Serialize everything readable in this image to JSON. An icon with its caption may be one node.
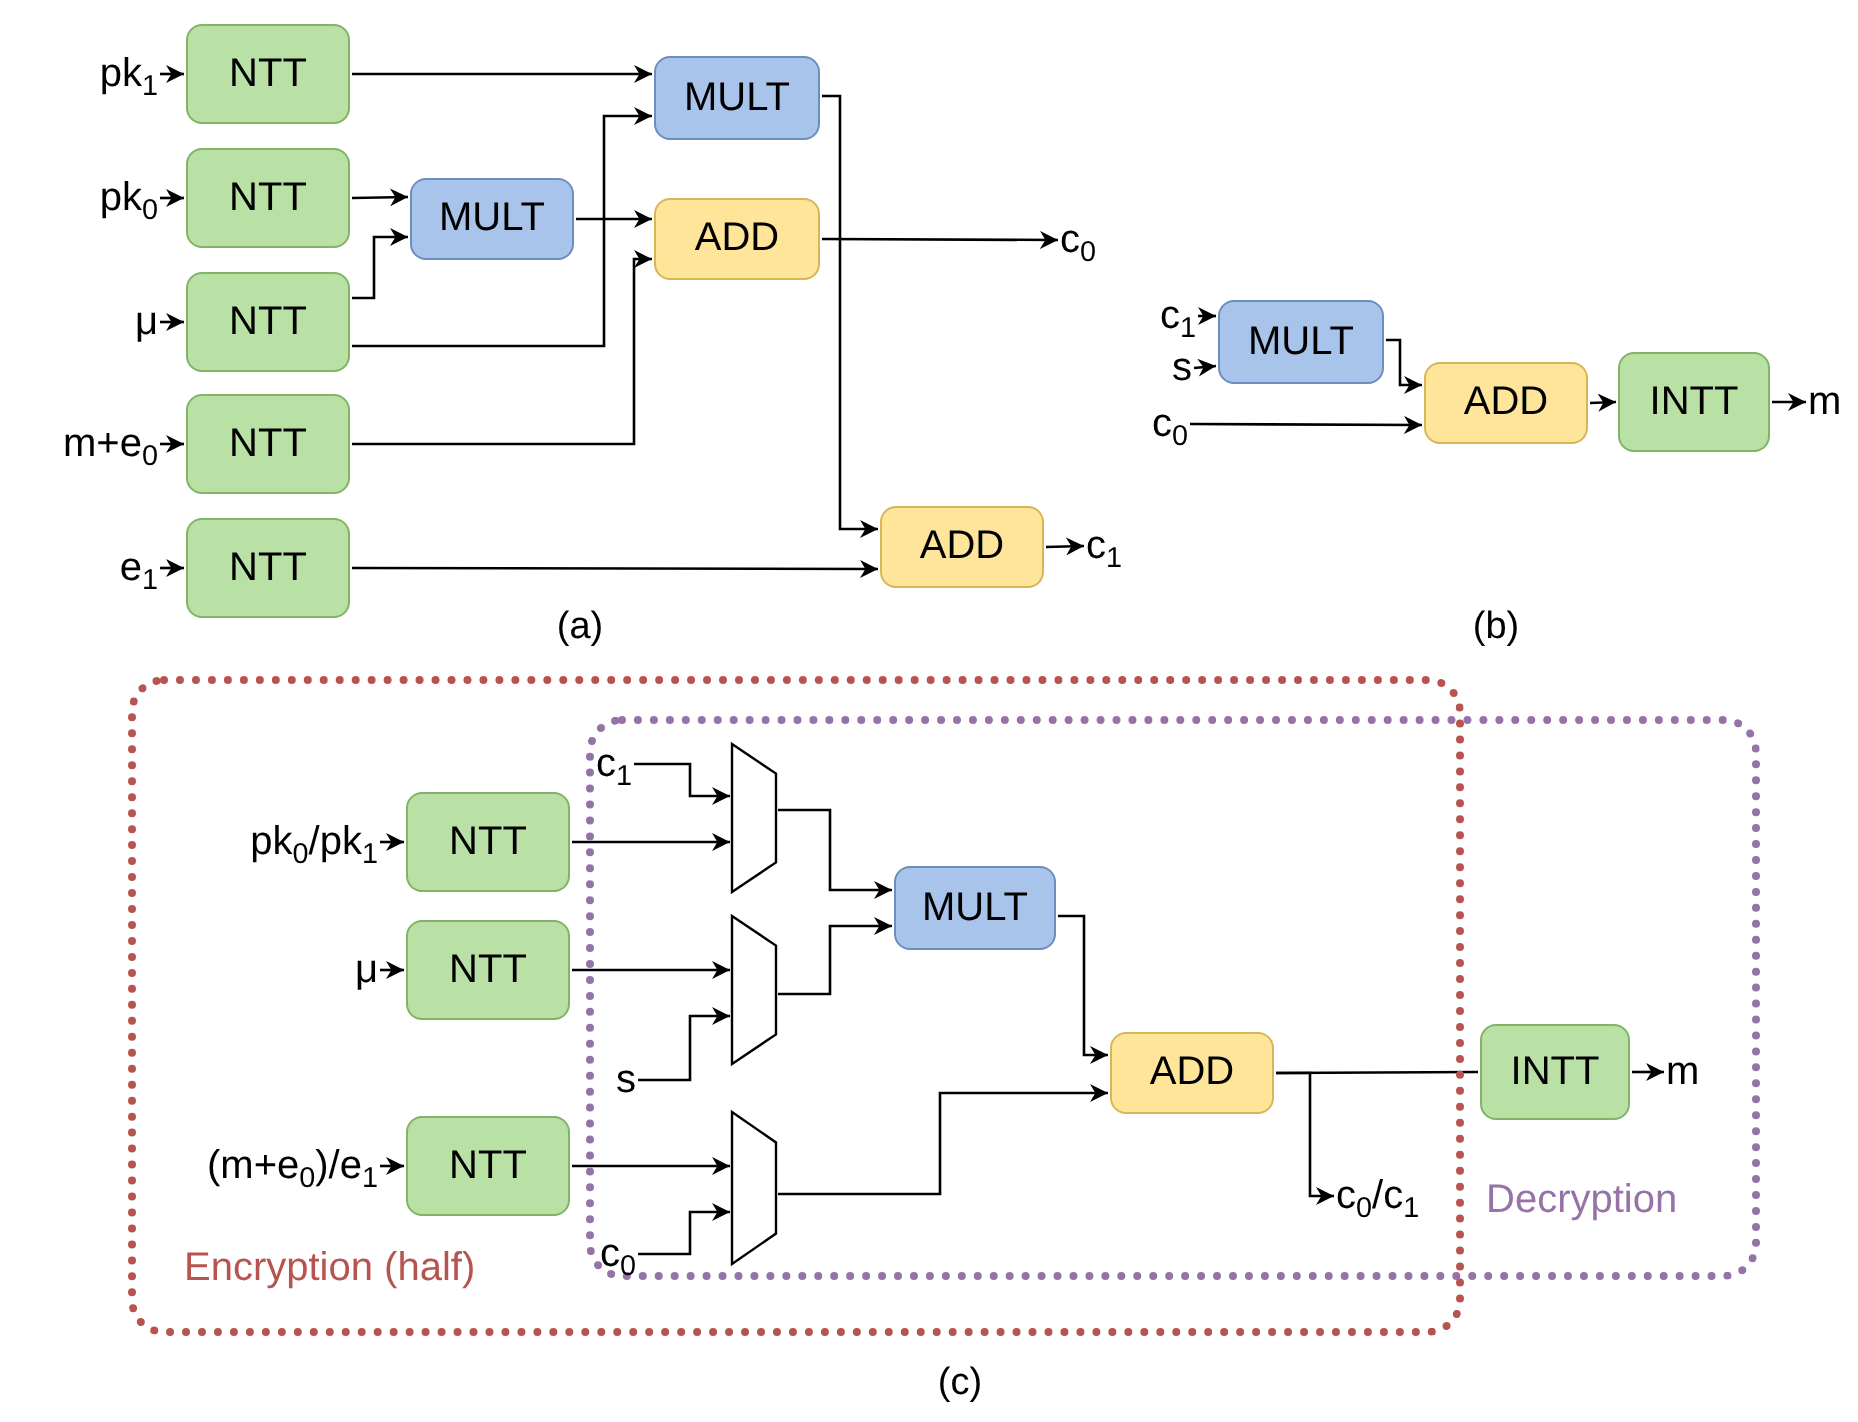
{
  "diagram": {
    "nodes": [
      {
        "text": [
          "pk$_{1}$"
        ]
      },
      {
        "text": [
          "NTT"
        ]
      },
      {
        "text": [
          "pk$_{0}$"
        ]
      },
      {
        "text": [
          "NTT"
        ]
      },
      {
        "text": [
          "μ"
        ]
      },
      {
        "text": [
          "NTT"
        ]
      },
      {
        "text": [
          "m+e$_{0}$"
        ]
      },
      {
        "text": [
          "NTT"
        ]
      },
      {
        "text": [
          "e$_{1}$"
        ]
      },
      {
        "text": [
          "NTT"
        ]
      },
      {
        "text": [
          "MULT"
        ]
      },
      {
        "text": [
          "MULT"
        ]
      },
      {
        "text": [
          "ADD"
        ]
      },
      {
        "text": [
          "c$_{0}$"
        ]
      },
      {
        "text": [
          "ADD"
        ]
      },
      {
        "text": [
          "c$_{1}$"
        ]
      },
      {
        "text": [
          "c$_{1}$"
        ]
      },
      {
        "text": [
          "s"
        ]
      },
      {
        "text": [
          "c$_{0}$"
        ]
      },
      {
        "text": [
          "MULT"
        ]
      },
      {
        "text": [
          "ADD"
        ]
      },
      {
        "text": [
          "INTT"
        ]
      },
      {
        "text": [
          "m"
        ]
      },
      {
        "text": [
          "Encryption (half)"
        ]
      },
      {
        "text": [
          "Decryption"
        ]
      },
      {
        "text": [
          "pk$_{0}$/pk$_{1}$"
        ],
        "in": 23
      },
      {
        "text": [
          "NTT"
        ],
        "in": 23
      },
      {
        "text": [
          "μ"
        ],
        "in": 23
      },
      {
        "text": [
          "NTT"
        ],
        "in": 23
      },
      {
        "text": [
          "(m+e$_{0}$)/e$_{1}$"
        ],
        "in": 23
      },
      {
        "text": [
          "NTT"
        ],
        "in": 23
      },
      {
        "text": [
          "c$_{1}$"
        ]
      },
      {
        "text": [],
        "shape": "trapezoid"
      },
      {
        "text": [
          "s"
        ]
      },
      {
        "text": [],
        "shape": "trapezoid"
      },
      {
        "text": [
          "c$_{0}$"
        ]
      },
      {
        "text": [],
        "shape": "trapezoid"
      },
      {
        "text": [
          "MULT"
        ]
      },
      {
        "text": [
          "ADD"
        ]
      },
      {
        "text": [
          "c$_{0}$/c$_{1}$"
        ]
      },
      {
        "text": [
          "INTT"
        ],
        "in": 24
      },
      {
        "text": [
          "m"
        ],
        "in": 24
      }
    ],
    "edges": [
      {
        "from": 0,
        "to": 1,
        "arrow": "to"
      },
      {
        "from": 2,
        "to": 3,
        "arrow": "to"
      },
      {
        "from": 4,
        "to": 5,
        "arrow": "to"
      },
      {
        "from": 6,
        "to": 7,
        "arrow": "to"
      },
      {
        "from": 8,
        "to": 9,
        "arrow": "to"
      },
      {
        "from": 1,
        "to": 10,
        "arrow": "to"
      },
      {
        "from": 3,
        "to": 11,
        "arrow": "to"
      },
      {
        "from": 5,
        "to": 11,
        "arrow": "to"
      },
      {
        "from": 5,
        "to": 10,
        "arrow": "to"
      },
      {
        "from": 11,
        "to": 12,
        "arrow": "to"
      },
      {
        "from": 7,
        "to": 12,
        "arrow": "to"
      },
      {
        "from": 12,
        "to": 13,
        "arrow": "to"
      },
      {
        "from": 10,
        "to": 14,
        "arrow": "to"
      },
      {
        "from": 9,
        "to": 14,
        "arrow": "to"
      },
      {
        "from": 14,
        "to": 15,
        "arrow": "to"
      },
      {
        "from": 16,
        "to": 19,
        "arrow": "to"
      },
      {
        "from": 17,
        "to": 19,
        "arrow": "to"
      },
      {
        "from": 19,
        "to": 20,
        "arrow": "to"
      },
      {
        "from": 18,
        "to": 20,
        "arrow": "to"
      },
      {
        "from": 20,
        "to": 21,
        "arrow": "to"
      },
      {
        "from": 21,
        "to": 22,
        "arrow": "to"
      },
      {
        "from": 25,
        "to": 26,
        "arrow": "to"
      },
      {
        "from": 27,
        "to": 28,
        "arrow": "to"
      },
      {
        "from": 29,
        "to": 30,
        "arrow": "to"
      },
      {
        "from": 31,
        "to": 32,
        "arrow": "to"
      },
      {
        "from": 26,
        "to": 32,
        "arrow": "to"
      },
      {
        "from": 28,
        "to": 34,
        "arrow": "to"
      },
      {
        "from": 33,
        "to": 34,
        "arrow": "to"
      },
      {
        "from": 30,
        "to": 36,
        "arrow": "to"
      },
      {
        "from": 35,
        "to": 36,
        "arrow": "to"
      },
      {
        "from": 32,
        "to": 37,
        "arrow": "to"
      },
      {
        "from": 34,
        "to": 37,
        "arrow": "to"
      },
      {
        "from": 37,
        "to": 38,
        "arrow": "to"
      },
      {
        "from": 36,
        "to": 38,
        "arrow": "to"
      },
      {
        "from": 38,
        "to": 39,
        "arrow": "to"
      },
      {
        "from": 38,
        "to": 40,
        "arrow": "none"
      },
      {
        "from": 40,
        "to": 41,
        "arrow": "to"
      }
    ],
    "labels": [
      "(a)",
      "(b)",
      "(c)"
    ]
  }
}
